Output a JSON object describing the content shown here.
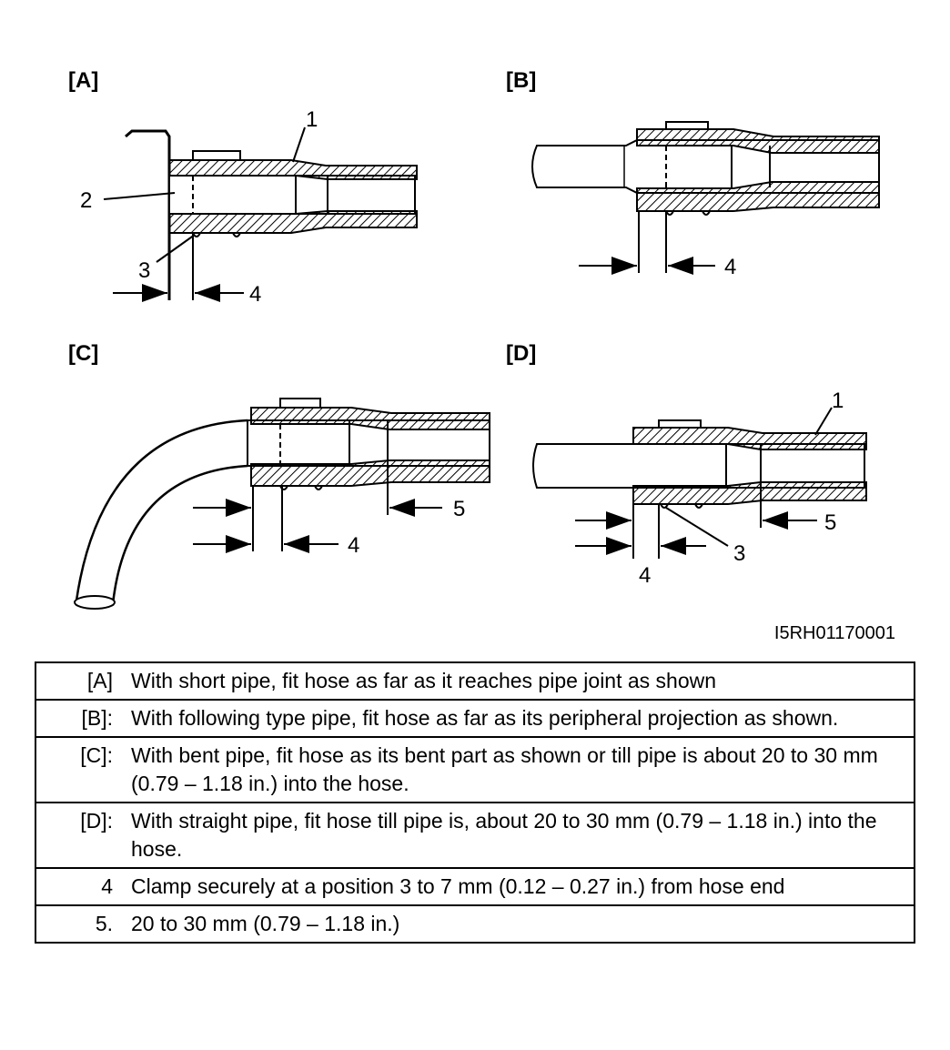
{
  "panels": {
    "a": {
      "label": "[A]"
    },
    "b": {
      "label": "[B]"
    },
    "c": {
      "label": "[C]"
    },
    "d": {
      "label": "[D]"
    }
  },
  "callouts": {
    "a_hose": "1",
    "a_pipe": "2",
    "a_projection": "3",
    "a_clamp_dim": "4",
    "b_clamp_dim": "4",
    "c_insert_dim": "5",
    "c_clamp_dim": "4",
    "d_hose": "1",
    "d_projection": "3",
    "d_insert_dim": "5",
    "d_clamp_dim": "4"
  },
  "figure_id": "I5RH01170001",
  "legend": [
    {
      "key": "[A]",
      "text": "With short pipe, fit hose as far as it reaches pipe joint as shown"
    },
    {
      "key": "[B]:",
      "text": "With following type pipe, fit hose as far as its peripheral projection as shown."
    },
    {
      "key": "[C]:",
      "text": "With bent pipe, fit hose as its bent part as shown or till pipe is about 20 to 30 mm (0.79 – 1.18 in.) into the hose."
    },
    {
      "key": "[D]:",
      "text": "With straight pipe, fit hose till pipe is, about 20 to 30 mm (0.79 – 1.18 in.) into the hose."
    },
    {
      "key": "4",
      "text": "Clamp securely at a position 3 to 7 mm (0.12 – 0.27 in.) from hose end"
    },
    {
      "key": "5.",
      "text": "20 to 30 mm (0.79 – 1.18 in.)"
    }
  ]
}
